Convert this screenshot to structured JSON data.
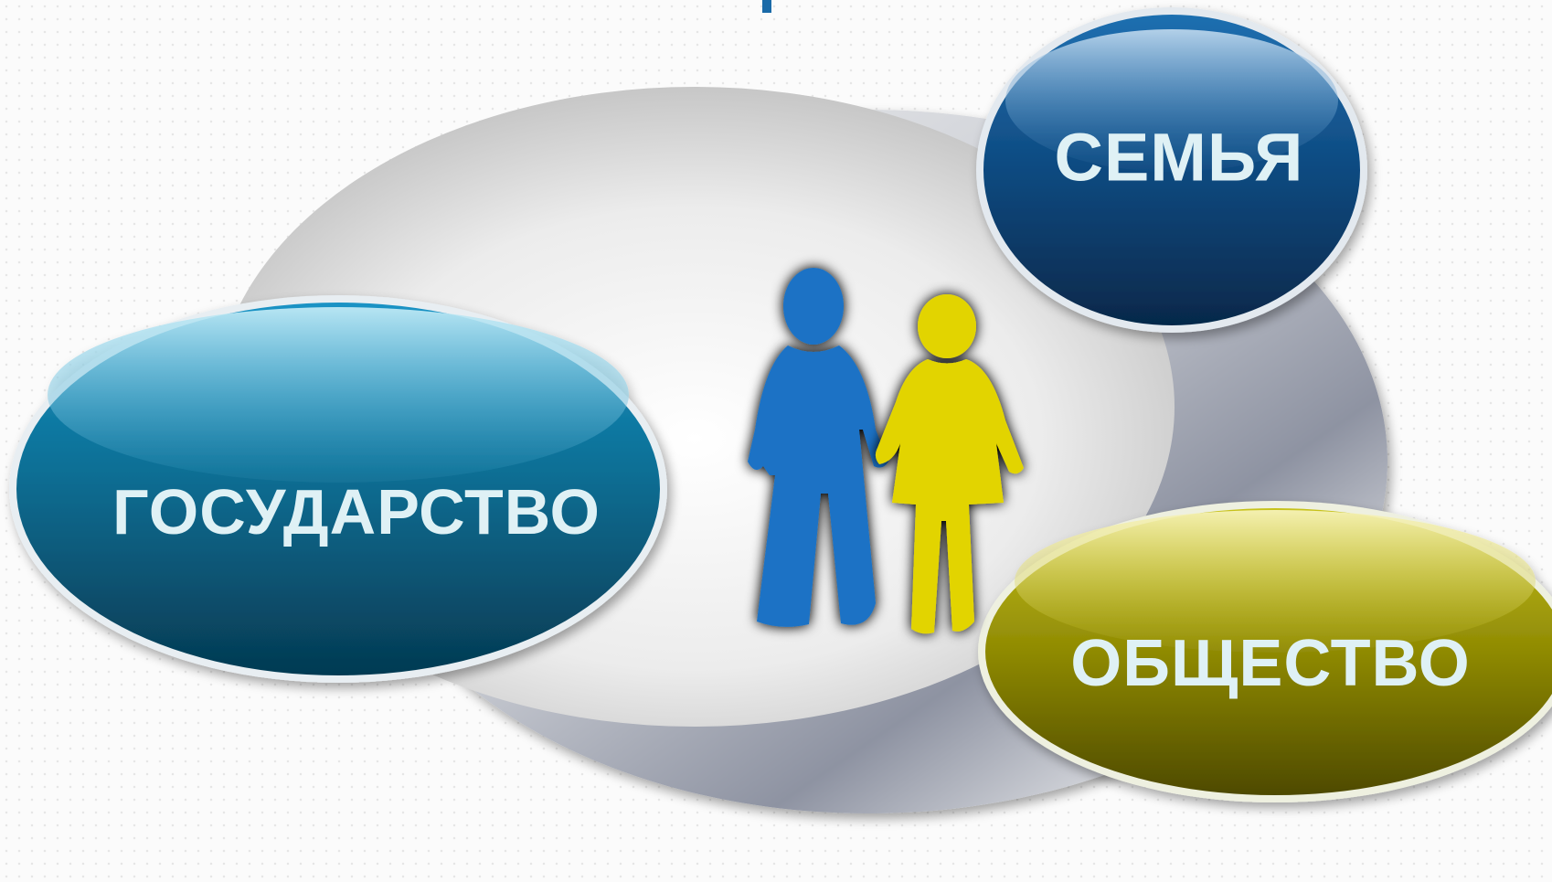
{
  "bubbles": {
    "state": {
      "label": "ГОСУДАРСТВО",
      "color": "#0b5b7a"
    },
    "family": {
      "label": "СЕМЬЯ",
      "color": "#0d3f6e"
    },
    "society": {
      "label": "ОБЩЕСТВО",
      "color": "#8a8400"
    }
  },
  "figures": {
    "man": {
      "icon": "man-figure-icon",
      "color": "#1b72c5"
    },
    "woman": {
      "icon": "woman-figure-icon",
      "color": "#e2d400"
    }
  },
  "colors": {
    "disc_back": "#9a9eaa",
    "disc_front": "#e4e4e4",
    "label_text": "#dff1f5"
  }
}
